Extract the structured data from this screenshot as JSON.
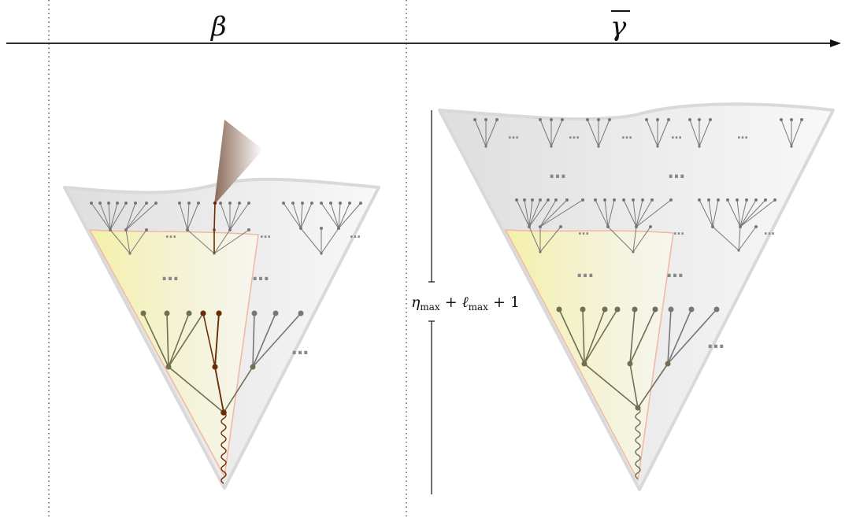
{
  "axis": {
    "left_label": "β",
    "right_label": "γ",
    "right_label_has_bar": true
  },
  "brace": {
    "label_eta": "η",
    "label_eta_sub": "max",
    "label_plus1": " + ",
    "label_ell": "ℓ",
    "label_ell_sub": "max",
    "label_plus2": " + 1"
  },
  "ellipsis": "…",
  "colors": {
    "cone_fill": "#e9e9e9",
    "cone_edge": "#d8d8d8",
    "inner_cone_fill": "#fbf6c8",
    "inner_cone_edge": "#f2b9a0",
    "tree_gray": "#777777",
    "tree_olive": "#6f7052",
    "path_brown": "#6b2c05",
    "spotlight": "#8a6a5a",
    "dots": "#888888"
  }
}
